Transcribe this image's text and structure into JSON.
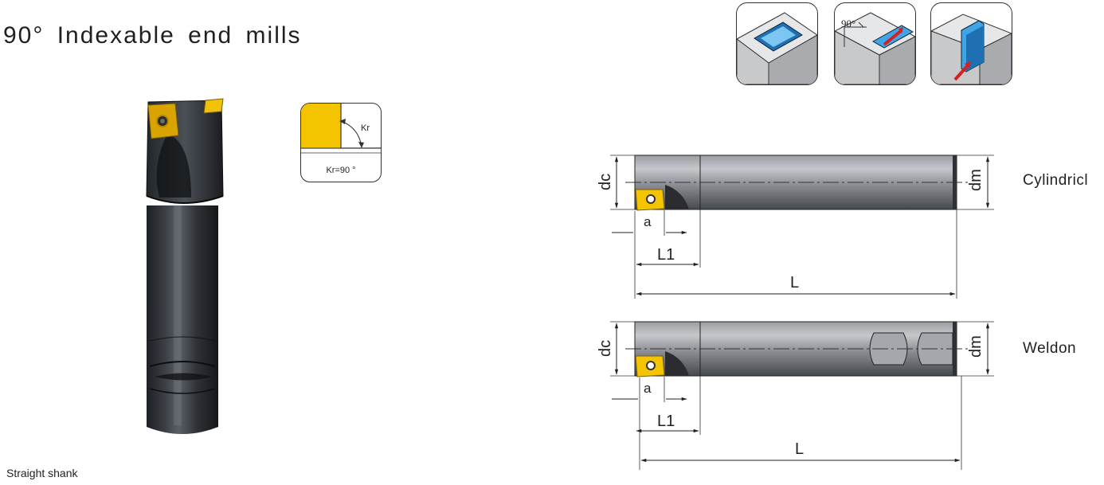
{
  "title": "90° Indexable end mills",
  "caption": "Straight shank",
  "kr_diagram": {
    "angle_label": "Kr",
    "caption": "Kr=90 °"
  },
  "operation_icons": [
    {
      "name": "pocketing",
      "angle_text": ""
    },
    {
      "name": "shoulder-milling",
      "angle_text": "90°"
    },
    {
      "name": "slotting",
      "angle_text": ""
    }
  ],
  "shank_types": {
    "cylindrical": "Cylindricl",
    "weldon": "Weldon"
  },
  "dimensions": {
    "dc": "dc",
    "dm": "dm",
    "a": "a",
    "l1": "L1",
    "l": "L"
  },
  "colors": {
    "insert": "#f5c400",
    "body_dark": "#4a4e55",
    "body_light": "#8a8d93",
    "icon_blue": "#3fa5e6",
    "arrow_red": "#d62020"
  }
}
